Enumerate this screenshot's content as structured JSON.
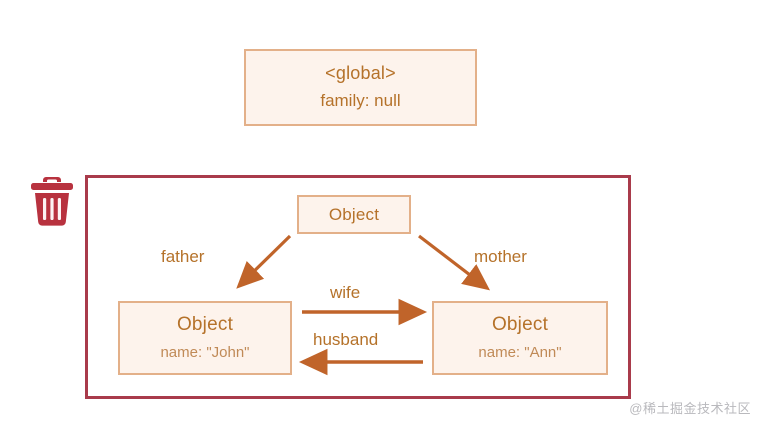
{
  "diagram": {
    "title": "JavaScript object reference / garbage-collection diagram",
    "colors": {
      "box_border": "#e3b089",
      "box_fill": "#fdf3ec",
      "text": "#b5722a",
      "arrow": "#c0642a",
      "frame": "#a93b4b",
      "trash": "#b8323f",
      "watermark": "#b9b9bd"
    },
    "global_box": {
      "title": "<global>",
      "property": "family: null"
    },
    "root_object": {
      "title": "Object"
    },
    "john_object": {
      "title": "Object",
      "property": "name: \"John\""
    },
    "ann_object": {
      "title": "Object",
      "property": "name: \"Ann\""
    },
    "edges": {
      "father": "father",
      "mother": "mother",
      "wife": "wife",
      "husband": "husband"
    },
    "icons": {
      "trash": "trash-icon"
    },
    "watermark": "@稀土掘金技术社区"
  }
}
